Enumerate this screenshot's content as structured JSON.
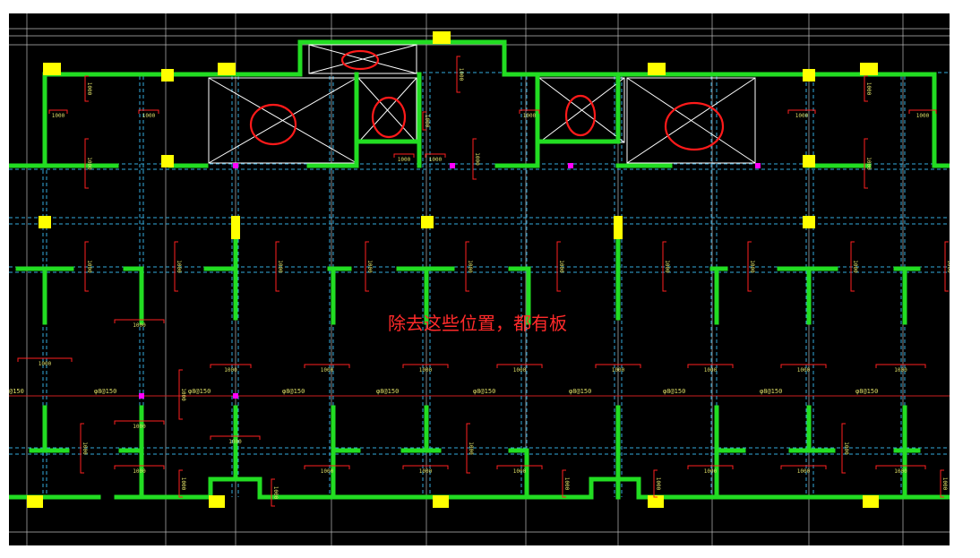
{
  "annotation": {
    "text": "除去这些位置，都有板"
  },
  "dim_labels": {
    "short": "1000",
    "rebar": "φ8@150",
    "edge": "@150"
  },
  "colors": {
    "background": "#000000",
    "wall": "#22dd22",
    "column": "#ffff00",
    "dim": "#ff2020",
    "text_small": "#dddd66",
    "hidden_line": "#33aadd",
    "grid": "#bbbbbb",
    "axis": "#cc2020",
    "marker": "#ff00ff",
    "opening": "#ffffff",
    "circle": "#ff1a1a"
  }
}
